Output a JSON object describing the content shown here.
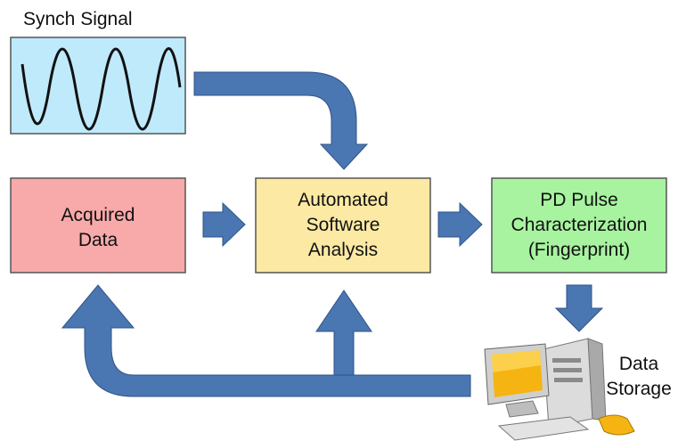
{
  "synch_signal": {
    "label": "Synch Signal"
  },
  "acquired_data": {
    "line1": "Acquired",
    "line2": "Data"
  },
  "software_analysis": {
    "line1": "Automated",
    "line2": "Software",
    "line3": "Analysis"
  },
  "pulse_characterization": {
    "line1": "PD Pulse",
    "line2": "Characterization",
    "line3": "(Fingerprint)"
  },
  "data_storage": {
    "line1": "Data",
    "line2": "Storage"
  },
  "colors": {
    "arrow": "#4a76b2",
    "arrow_outline": "#2f5488",
    "synch_box": "#bfeafb",
    "acquired_box": "#f8a9a9",
    "analysis_box": "#fbe9a4",
    "pulse_box": "#a7f3a0",
    "box_border": "#555555"
  },
  "icons": {
    "storage": "desktop-computer-icon",
    "waveform": "sine-wave-icon"
  }
}
